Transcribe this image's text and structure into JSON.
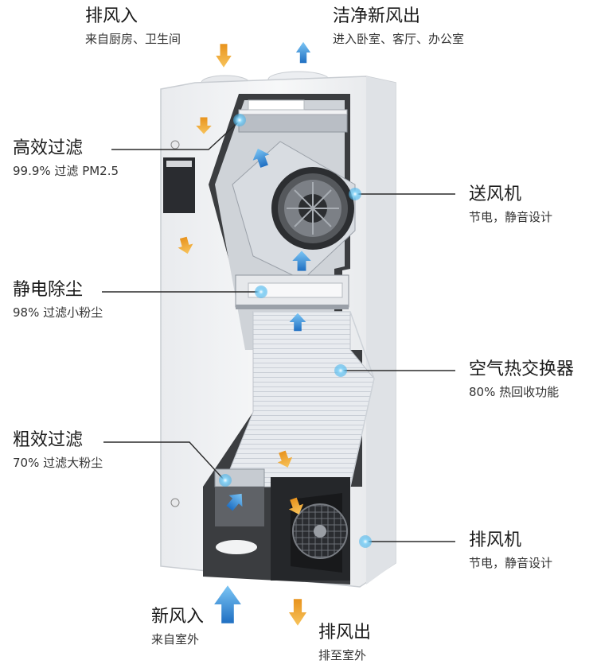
{
  "labels": {
    "exhaust_in": {
      "title": "排风入",
      "sub": "来自厨房、卫生间"
    },
    "clean_out": {
      "title": "洁净新风出",
      "sub": "进入卧室、客厅、办公室"
    },
    "hepa": {
      "title": "高效过滤",
      "sub": "99.9% 过滤 PM2.5"
    },
    "supply_fan": {
      "title": "送风机",
      "sub": "节电，静音设计"
    },
    "electrostatic": {
      "title": "静电除尘",
      "sub": "98% 过滤小粉尘"
    },
    "heat_exchanger": {
      "title": "空气热交换器",
      "sub": "80% 热回收功能"
    },
    "coarse_filter": {
      "title": "粗效过滤",
      "sub": "70% 过滤大粉尘"
    },
    "exhaust_fan": {
      "title": "排风机",
      "sub": "节电，静音设计"
    },
    "fresh_in": {
      "title": "新风入",
      "sub": "来自室外"
    },
    "exhaust_out": {
      "title": "排风出",
      "sub": "排至室外"
    }
  },
  "colors": {
    "fresh_arrow": "#3a8fd9",
    "exhaust_arrow": "#f0a530",
    "dot": "#5fc1f0",
    "cabinet": "#f3f4f6",
    "interior": "#3b3d40"
  }
}
